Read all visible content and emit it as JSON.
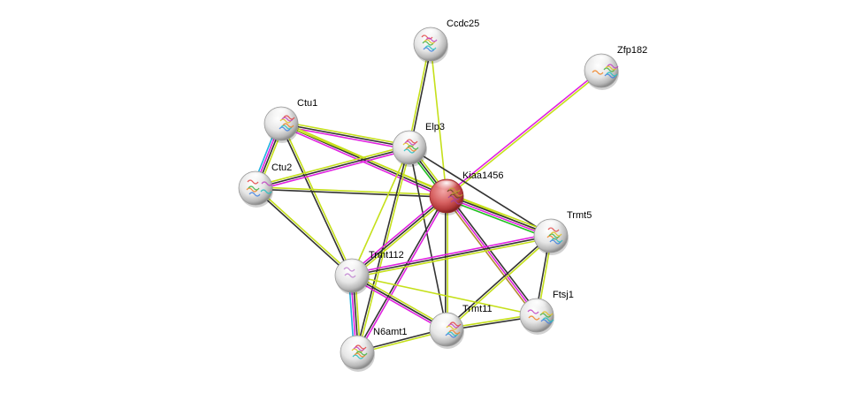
{
  "diagram": {
    "type": "protein-interaction-network",
    "edge_colors": {
      "textmining": "#c5e01a",
      "coexpression": "#333333",
      "experiments": "#e020e0",
      "database": "#20b0e0",
      "neighborhood": "#20c020",
      "fusion": "#b08a30"
    },
    "nodes": [
      {
        "id": "Ccdc25",
        "label": "Ccdc25",
        "query": false
      },
      {
        "id": "Zfp182",
        "label": "Zfp182",
        "query": false
      },
      {
        "id": "Ctu1",
        "label": "Ctu1",
        "query": false
      },
      {
        "id": "Elp3",
        "label": "Elp3",
        "query": false
      },
      {
        "id": "Ctu2",
        "label": "Ctu2",
        "query": false
      },
      {
        "id": "Kiaa1456",
        "label": "Kiaa1456",
        "query": true
      },
      {
        "id": "Trmt5",
        "label": "Trmt5",
        "query": false
      },
      {
        "id": "Trmt112",
        "label": "Trmt112",
        "query": false
      },
      {
        "id": "Ftsj1",
        "label": "Ftsj1",
        "query": false
      },
      {
        "id": "Trmt11",
        "label": "Trmt11",
        "query": false
      },
      {
        "id": "N6amt1",
        "label": "N6amt1",
        "query": false
      }
    ],
    "edges": [
      {
        "source": "Ccdc25",
        "target": "Elp3",
        "evidence": [
          "coexpression",
          "textmining"
        ]
      },
      {
        "source": "Ccdc25",
        "target": "Kiaa1456",
        "evidence": [
          "textmining"
        ]
      },
      {
        "source": "Zfp182",
        "target": "Kiaa1456",
        "evidence": [
          "textmining",
          "experiments"
        ]
      },
      {
        "source": "Ctu1",
        "target": "Ctu2",
        "evidence": [
          "textmining",
          "coexpression",
          "experiments",
          "database"
        ]
      },
      {
        "source": "Ctu1",
        "target": "Elp3",
        "evidence": [
          "textmining",
          "coexpression",
          "experiments"
        ]
      },
      {
        "source": "Ctu1",
        "target": "Kiaa1456",
        "evidence": [
          "textmining",
          "coexpression",
          "experiments"
        ]
      },
      {
        "source": "Ctu1",
        "target": "Trmt112",
        "evidence": [
          "textmining",
          "coexpression"
        ]
      },
      {
        "source": "Ctu1",
        "target": "Trmt5",
        "evidence": [
          "textmining"
        ]
      },
      {
        "source": "Ctu2",
        "target": "Elp3",
        "evidence": [
          "textmining",
          "coexpression",
          "experiments"
        ]
      },
      {
        "source": "Ctu2",
        "target": "Kiaa1456",
        "evidence": [
          "textmining",
          "coexpression"
        ]
      },
      {
        "source": "Ctu2",
        "target": "Trmt112",
        "evidence": [
          "textmining",
          "coexpression"
        ]
      },
      {
        "source": "Elp3",
        "target": "Kiaa1456",
        "evidence": [
          "textmining",
          "coexpression",
          "neighborhood"
        ]
      },
      {
        "source": "Elp3",
        "target": "Trmt5",
        "evidence": [
          "coexpression"
        ]
      },
      {
        "source": "Elp3",
        "target": "Trmt112",
        "evidence": [
          "textmining"
        ]
      },
      {
        "source": "Elp3",
        "target": "Trmt11",
        "evidence": [
          "coexpression"
        ]
      },
      {
        "source": "Elp3",
        "target": "N6amt1",
        "evidence": [
          "textmining",
          "coexpression"
        ]
      },
      {
        "source": "Kiaa1456",
        "target": "Trmt5",
        "evidence": [
          "textmining",
          "coexpression",
          "experiments",
          "neighborhood"
        ]
      },
      {
        "source": "Kiaa1456",
        "target": "Trmt112",
        "evidence": [
          "textmining",
          "coexpression",
          "experiments"
        ]
      },
      {
        "source": "Kiaa1456",
        "target": "Ftsj1",
        "evidence": [
          "coexpression",
          "experiments",
          "fusion"
        ]
      },
      {
        "source": "Kiaa1456",
        "target": "Trmt11",
        "evidence": [
          "textmining",
          "coexpression"
        ]
      },
      {
        "source": "Kiaa1456",
        "target": "N6amt1",
        "evidence": [
          "experiments",
          "coexpression"
        ]
      },
      {
        "source": "Trmt5",
        "target": "Trmt112",
        "evidence": [
          "textmining",
          "coexpression",
          "experiments"
        ]
      },
      {
        "source": "Trmt5",
        "target": "Ftsj1",
        "evidence": [
          "textmining",
          "coexpression"
        ]
      },
      {
        "source": "Trmt5",
        "target": "Trmt11",
        "evidence": [
          "textmining",
          "coexpression"
        ]
      },
      {
        "source": "Trmt112",
        "target": "N6amt1",
        "evidence": [
          "textmining",
          "coexpression",
          "experiments",
          "database"
        ]
      },
      {
        "source": "Trmt112",
        "target": "Trmt11",
        "evidence": [
          "textmining",
          "coexpression",
          "experiments"
        ]
      },
      {
        "source": "Trmt112",
        "target": "Ftsj1",
        "evidence": [
          "textmining"
        ]
      },
      {
        "source": "Trmt11",
        "target": "Ftsj1",
        "evidence": [
          "textmining",
          "coexpression"
        ]
      },
      {
        "source": "Trmt11",
        "target": "N6amt1",
        "evidence": [
          "textmining",
          "coexpression"
        ]
      }
    ]
  }
}
